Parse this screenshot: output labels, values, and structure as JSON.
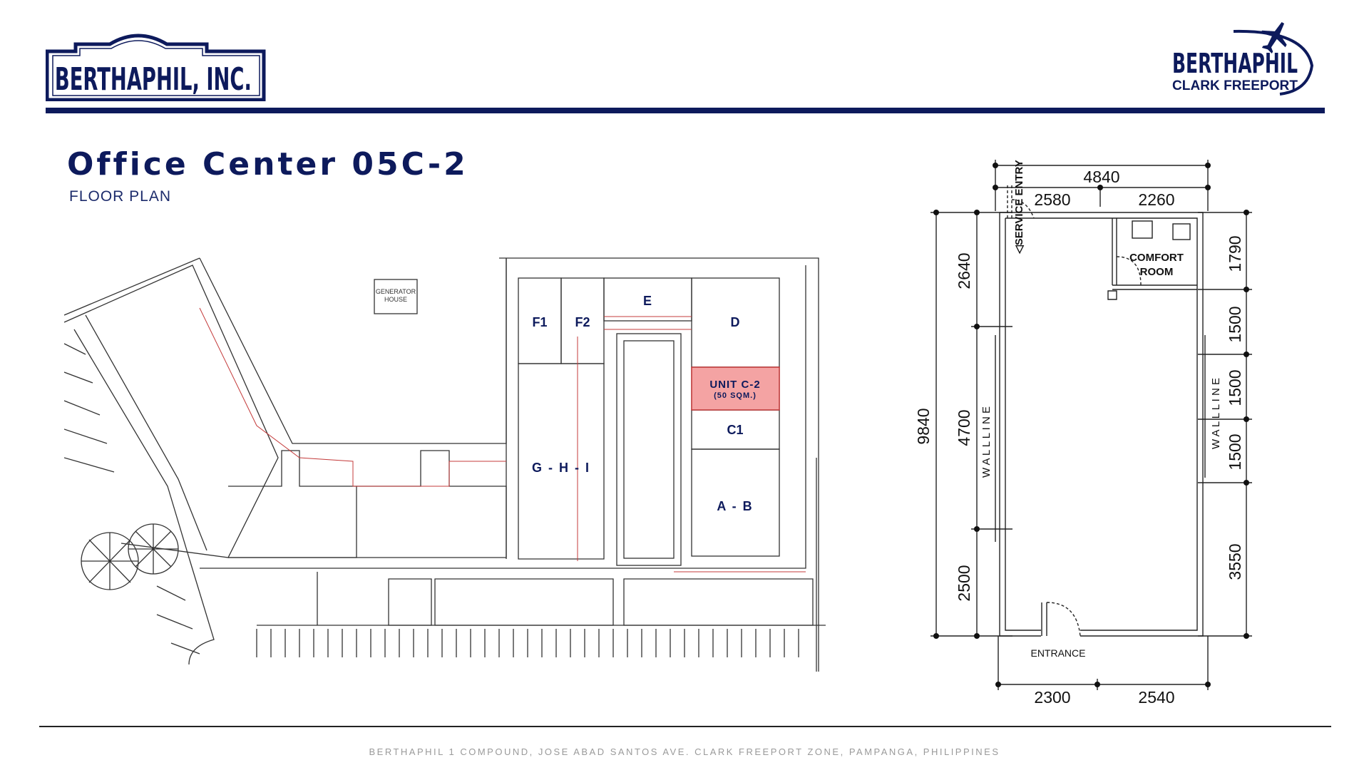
{
  "header": {
    "company_logo_text": "BERTHAPHIL, INC.",
    "brand_logo_line1": "BERTHAPHIL",
    "brand_logo_line2": "CLARK FREEPORT"
  },
  "title": "Office Center 05C-2",
  "subtitle": "FLOOR PLAN",
  "site_plan": {
    "generator_house": [
      "GENERATOR",
      "HOUSE"
    ],
    "units": {
      "f1": "F1",
      "f2": "F2",
      "e": "E",
      "d": "D",
      "unit_c2": "UNIT C-2",
      "unit_c2_area": "(50 SQM.)",
      "c1": "C1",
      "ghi": "G - H - I",
      "ab": "A - B"
    },
    "highlight_color": "#f4a3a3"
  },
  "unit_plan": {
    "service_entry": "◁SERVICE ENTRY",
    "comfort_room": [
      "COMFORT",
      "ROOM"
    ],
    "entrance": "ENTRANCE",
    "wall_line": "W A L L   L I N E",
    "dimensions": {
      "top_total": "4840",
      "top_left": "2580",
      "top_right": "2260",
      "left_total": "9840",
      "left_top": "2640",
      "left_mid": "4700",
      "left_bottom": "2500",
      "right_1": "1790",
      "right_2": "1500",
      "right_3": "1500",
      "right_4": "1500",
      "right_5": "3550",
      "bottom_left": "2300",
      "bottom_right": "2540"
    }
  },
  "footer": {
    "address": "BERTHAPHIL 1 COMPOUND, JOSE ABAD SANTOS AVE. CLARK FREEPORT ZONE, PAMPANGA, PHILIPPINES"
  }
}
